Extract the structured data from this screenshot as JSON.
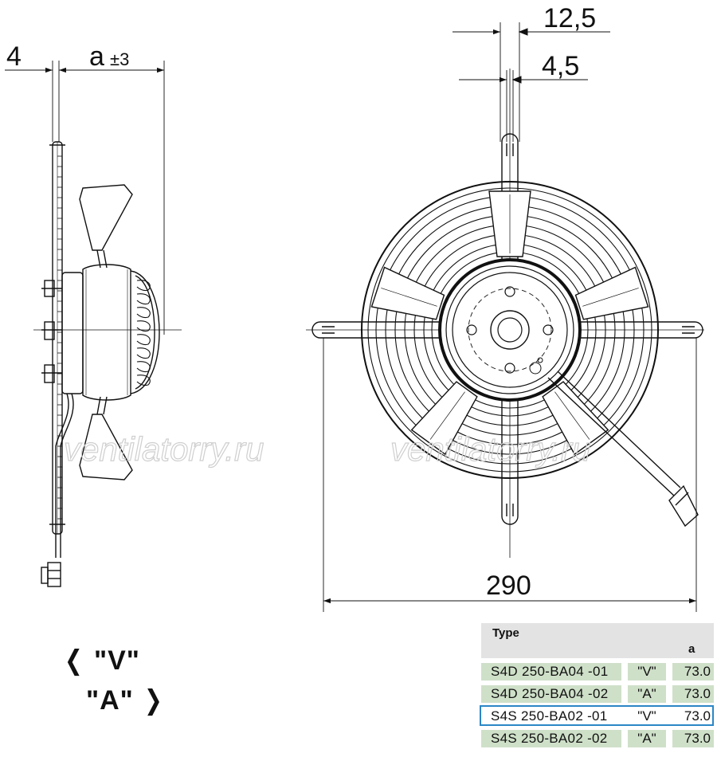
{
  "watermark": "ventilatorry.ru",
  "dimensions": {
    "side_flange": "4",
    "side_a_symbol": "a",
    "side_a_tolerance": "±3",
    "top_slot_outer": "12,5",
    "top_slot_inner": "4,5",
    "overall_width": "290"
  },
  "legend": {
    "v_label": "\"V\"",
    "a_label": "\"A\"",
    "v_arrow": "❮",
    "a_arrow": "❯"
  },
  "table": {
    "header_type": "Type",
    "header_a": "a",
    "rows": [
      {
        "type": "S4D  250-BA04  -01",
        "version": "\"V\"",
        "a": "73.0",
        "selected": false
      },
      {
        "type": "S4D  250-BA04  -02",
        "version": "\"A\"",
        "a": "73.0",
        "selected": false
      },
      {
        "type": "S4S  250-BA02  -01",
        "version": "\"V\"",
        "a": "73.0",
        "selected": true
      },
      {
        "type": "S4S  250-BA02  -02",
        "version": "\"A\"",
        "a": "73.0",
        "selected": false
      }
    ],
    "selection_color": "#2b86c6",
    "row_color": "#cfe0c9"
  }
}
